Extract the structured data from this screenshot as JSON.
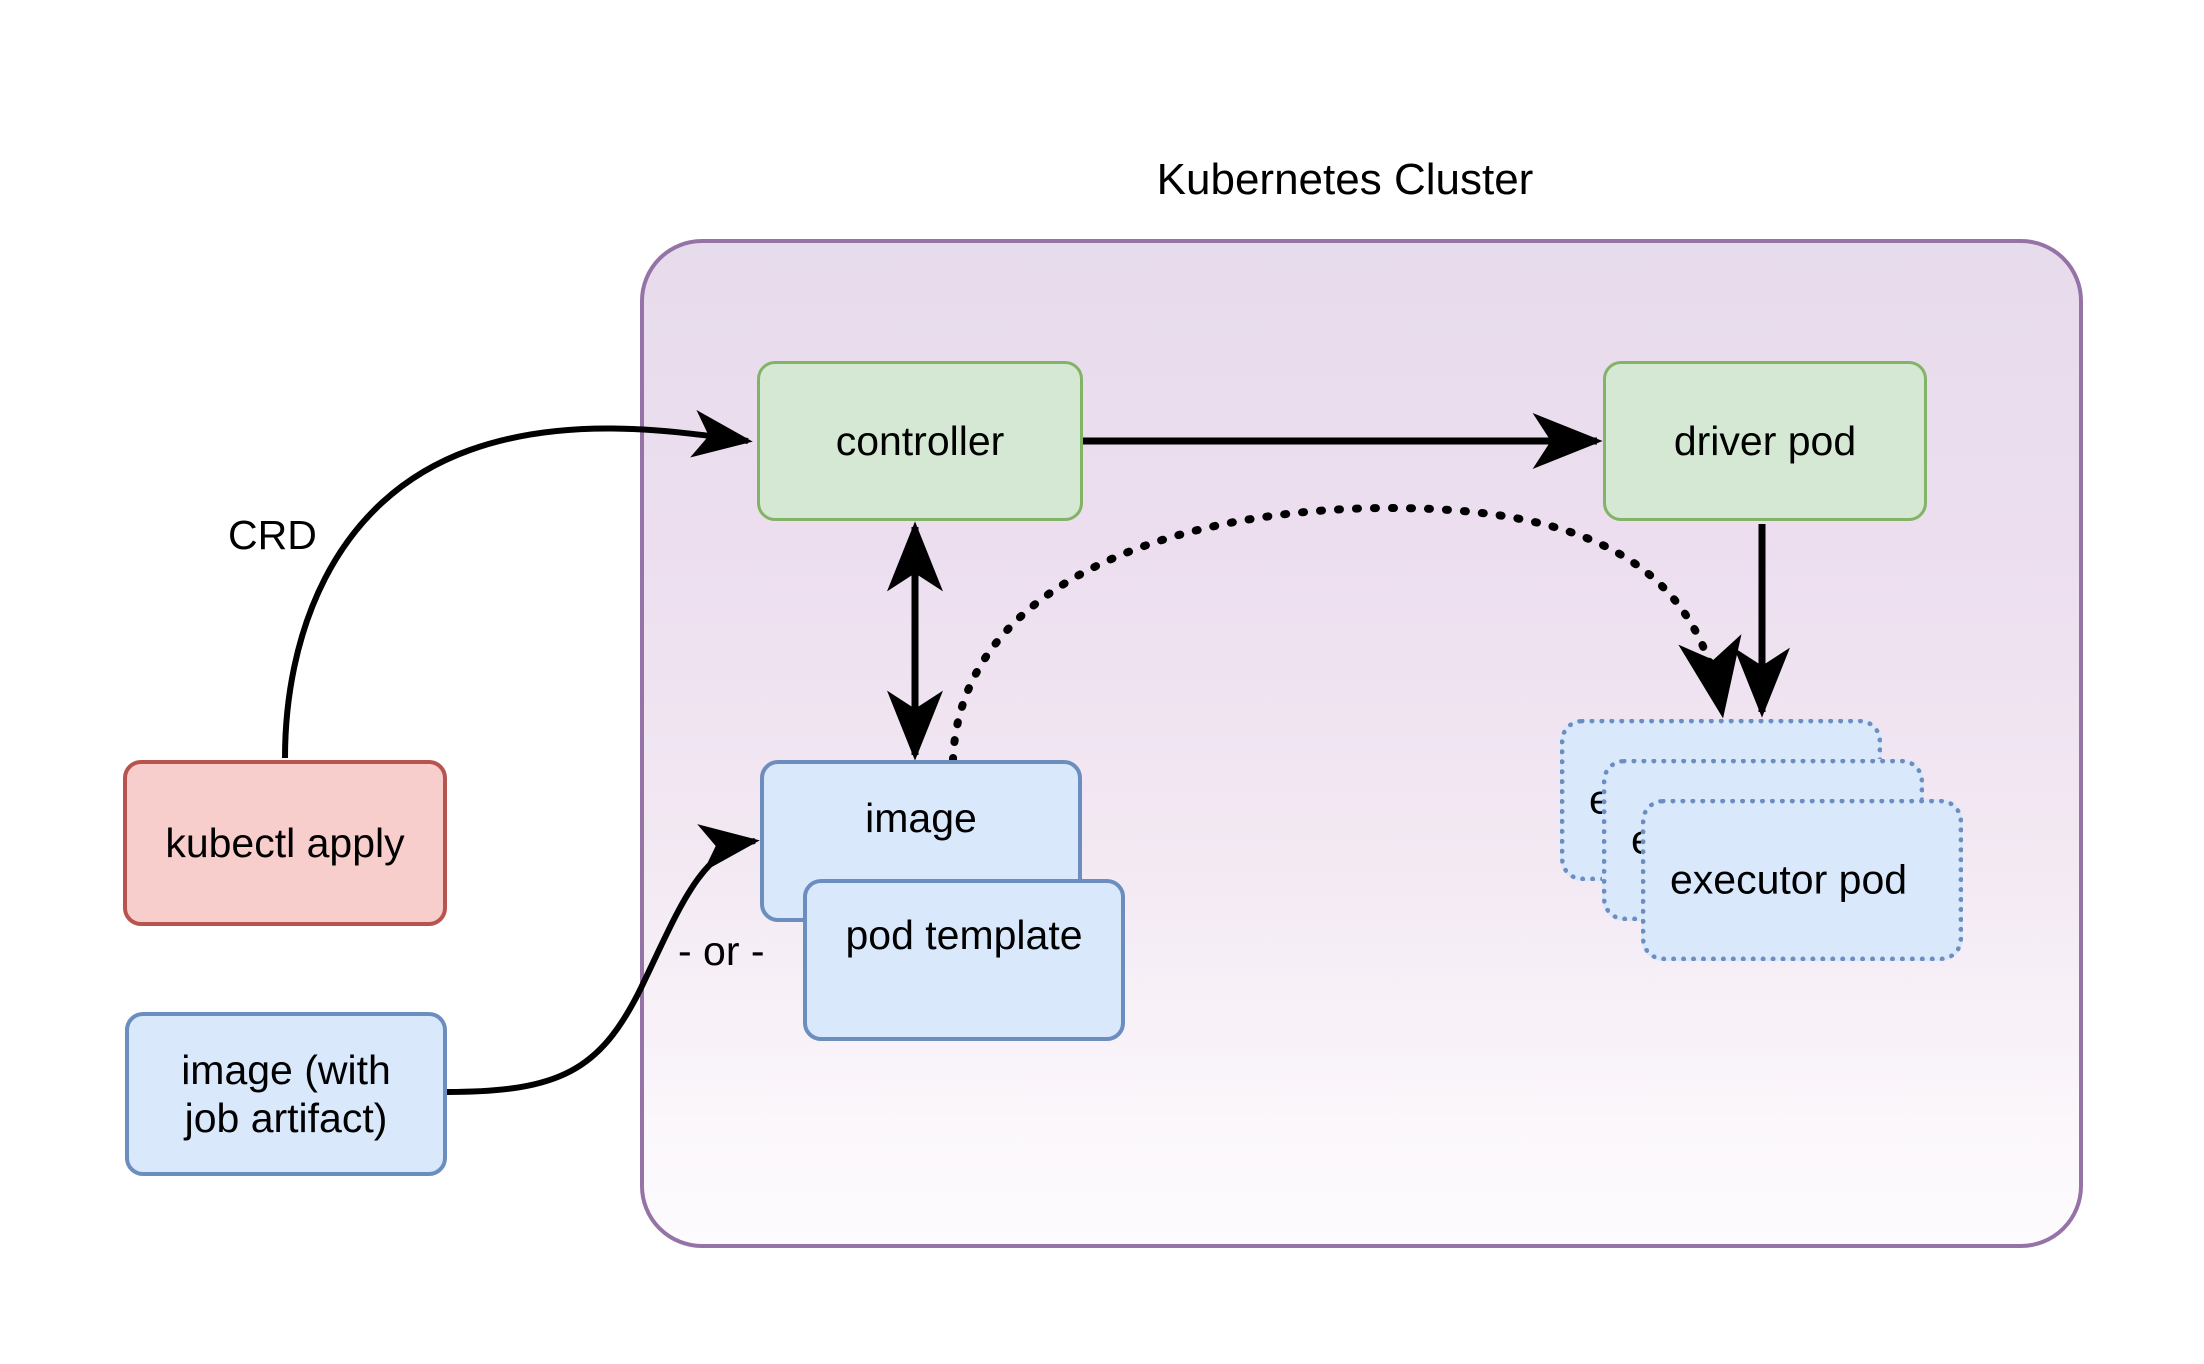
{
  "diagram": {
    "title": "Kubernetes Cluster",
    "type": "architecture-flow",
    "background": "#ffffff",
    "colors": {
      "cluster_border": "#9673a6",
      "cluster_fill": "#e7dcec",
      "green_fill": "#d5e8d4",
      "green_border": "#82b366",
      "red_fill": "#f8cecc",
      "red_border": "#b85450",
      "blue_fill": "#dae8fc",
      "blue_border": "#6c8ebf",
      "edge": "#000000"
    },
    "cluster": {
      "label": "Kubernetes Cluster",
      "nodes": {
        "controller": "controller",
        "driver_pod": "driver pod",
        "image": "image",
        "pod_template": "pod template",
        "or_separator": "- or -",
        "executor_pod_back": "executor pod",
        "executor_pod_middle": "executor pod",
        "executor_pod_front": "executor pod",
        "executor_pod_back_visible": "e",
        "executor_pod_middle_visible": "e"
      }
    },
    "external_nodes": {
      "kubectl_apply": "kubectl apply",
      "image_with_artifact_line1": "image (with",
      "image_with_artifact_line2": "job artifact)"
    },
    "edges": [
      {
        "from": "kubectl apply",
        "to": "controller",
        "label": "CRD",
        "style": "solid",
        "arrow": "single"
      },
      {
        "from": "image (with job artifact)",
        "to": "image",
        "label": "",
        "style": "solid",
        "arrow": "single"
      },
      {
        "from": "controller",
        "to": "driver pod",
        "label": "",
        "style": "solid",
        "arrow": "single"
      },
      {
        "from": "controller",
        "to": "image",
        "label": "",
        "style": "solid",
        "arrow": "double"
      },
      {
        "from": "image",
        "to": "executor pod",
        "label": "",
        "style": "dotted",
        "arrow": "single"
      },
      {
        "from": "driver pod",
        "to": "executor pod",
        "label": "",
        "style": "solid",
        "arrow": "single"
      }
    ],
    "edge_labels": {
      "crd": "CRD"
    }
  }
}
